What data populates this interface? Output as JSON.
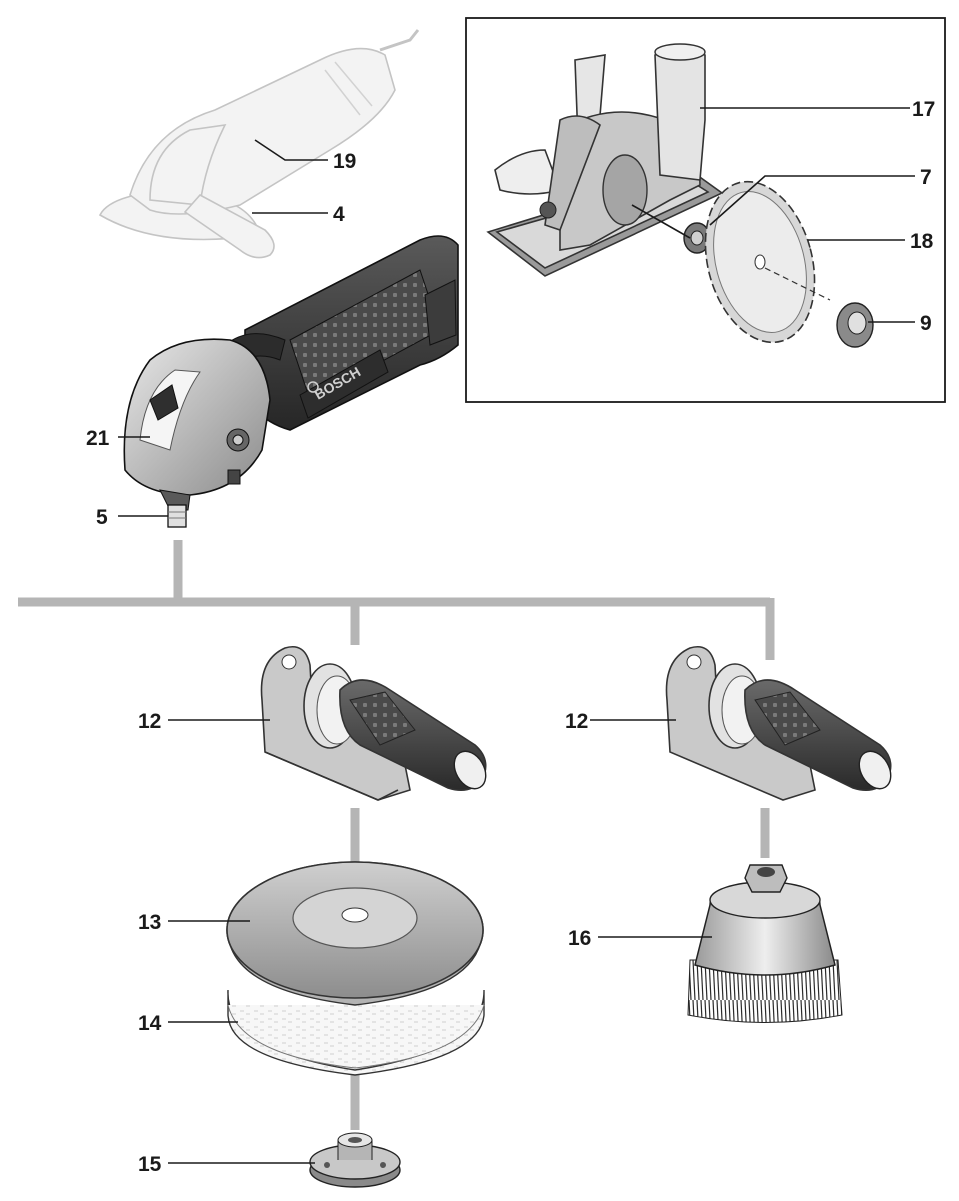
{
  "labels": {
    "l19": "19",
    "l4": "4",
    "l17": "17",
    "l7": "7",
    "l18": "18",
    "l9": "9",
    "l21": "21",
    "l5": "5",
    "l12a": "12",
    "l12b": "12",
    "l13": "13",
    "l14": "14",
    "l15": "15",
    "l16": "16"
  },
  "logo_text": "BOSCH",
  "colors": {
    "connector": "#b5b5b5",
    "body_dark": "#3a3a3a",
    "ghost": "#c4c4c4"
  }
}
